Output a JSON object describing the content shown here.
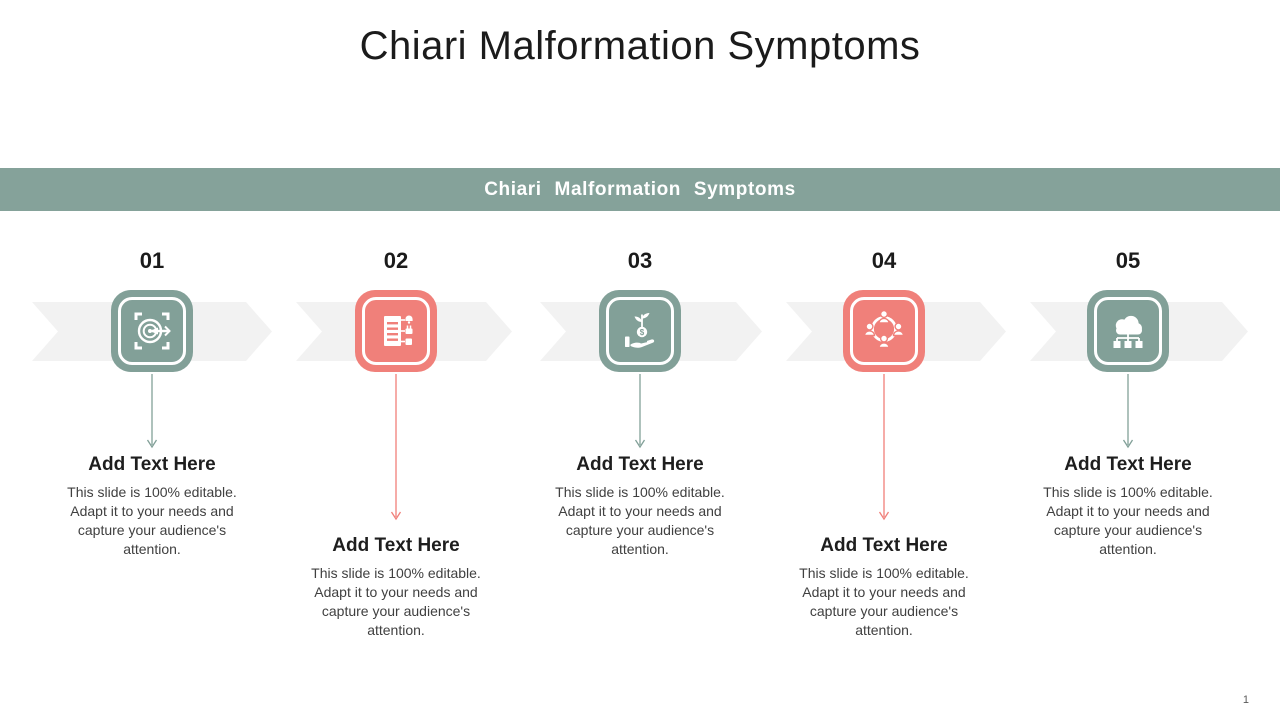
{
  "slide": {
    "title": "Chiari Malformation Symptoms",
    "page_number": "1"
  },
  "banner": {
    "label": "Chiari Malformation Symptoms",
    "bg_color": "#85A29A",
    "text_color": "#FFFFFF"
  },
  "colors": {
    "sage_green": "#82A098",
    "salmon_red": "#F0807A",
    "chevron_band_gray": "#F2F2F2",
    "heading_text": "#1E1E1E",
    "body_text": "#404040"
  },
  "steps": [
    {
      "number": "01",
      "icon": "target-focus-icon",
      "accent": "#82A098",
      "heading": "Add Text Here",
      "body": "This slide is 100% editable. Adapt it to your needs and capture your audience's attention."
    },
    {
      "number": "02",
      "icon": "document-tasks-icon",
      "accent": "#F0807A",
      "heading": "Add Text Here",
      "body": "This slide is 100% editable. Adapt it to your needs and capture your audience's attention."
    },
    {
      "number": "03",
      "icon": "investment-growth-icon",
      "accent": "#82A098",
      "heading": "Add Text Here",
      "body": "This slide is 100% editable. Adapt it to your needs and capture your audience's attention."
    },
    {
      "number": "04",
      "icon": "team-network-icon",
      "accent": "#F0807A",
      "heading": "Add Text Here",
      "body": "This slide is 100% editable. Adapt it to your needs and capture your audience's attention."
    },
    {
      "number": "05",
      "icon": "cloud-network-icon",
      "accent": "#82A098",
      "heading": "Add Text Here",
      "body": "This slide is 100% editable. Adapt it to your needs and capture your audience's attention."
    }
  ]
}
